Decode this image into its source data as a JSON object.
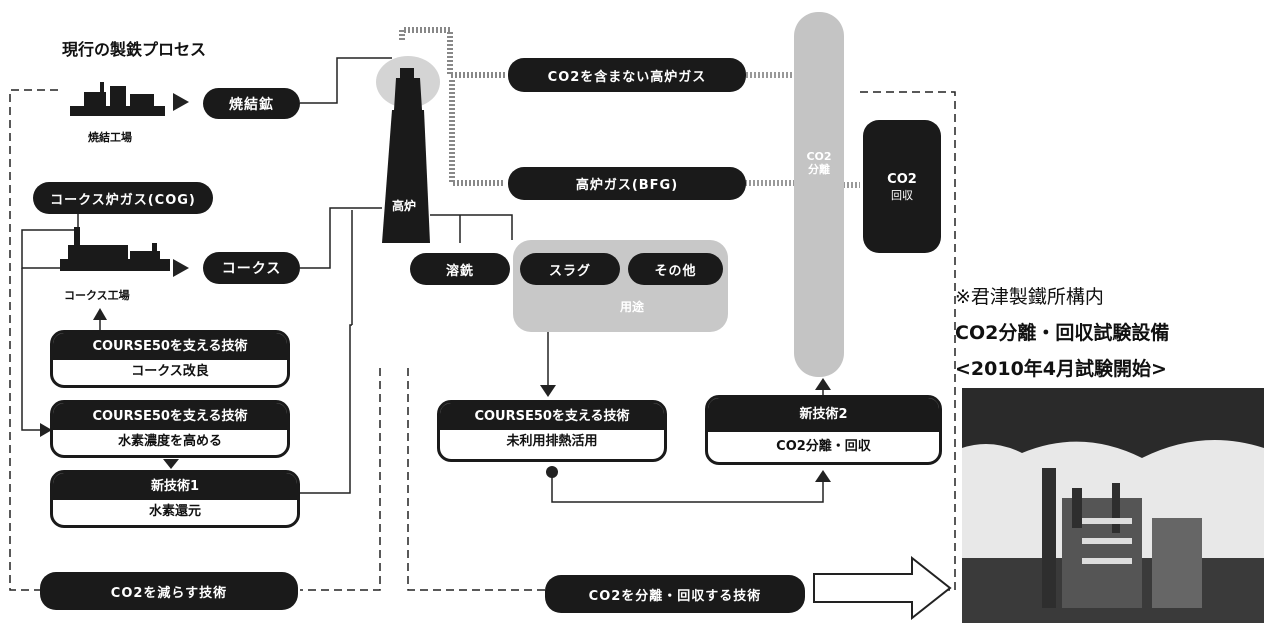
{
  "title": "現行の製鉄プロセス",
  "sinter_plant": {
    "label": "焼結工場",
    "product": "焼結鉱"
  },
  "coke_plant": {
    "label": "コークス工場",
    "product": "コークス",
    "gas": "コークス炉ガス(COG)"
  },
  "blast_furnace": "高炉",
  "outputs": {
    "gas_without_co2": "CO2を含まない高炉ガス",
    "bfg": "高炉ガス(BFG)",
    "molten_iron": "溶銑",
    "slag": "スラグ",
    "other": "その他",
    "utilization": "用途"
  },
  "co2_column": {
    "text": "CO2分離"
  },
  "co2_recovery": {
    "line1": "CO2",
    "line2": "回収"
  },
  "cards": {
    "coke_improve": {
      "header": "COURSE50を支える技術",
      "body": "コークス改良"
    },
    "hydrogen_conc": {
      "header": "COURSE50を支える技術",
      "body": "水素濃度を高める"
    },
    "new_tech1": {
      "header": "新技術1",
      "body": "水素還元"
    },
    "waste_heat": {
      "header": "COURSE50を支える技術",
      "body": "未利用排熱活用"
    },
    "new_tech2": {
      "header": "新技術2",
      "body": "CO2分離・回収"
    }
  },
  "bottom": {
    "reduce": "CO2を減らす技術",
    "separate": "CO2を分離・回収する技術"
  },
  "photo_caption": {
    "line1": "※君津製鐵所構内",
    "line2": "CO2分離・回収試験設備",
    "line3": "<2010年4月試験開始>"
  },
  "colors": {
    "dark": "#1a1a1a",
    "gray": "#9a9a9a",
    "light": "#d0d0d0"
  }
}
